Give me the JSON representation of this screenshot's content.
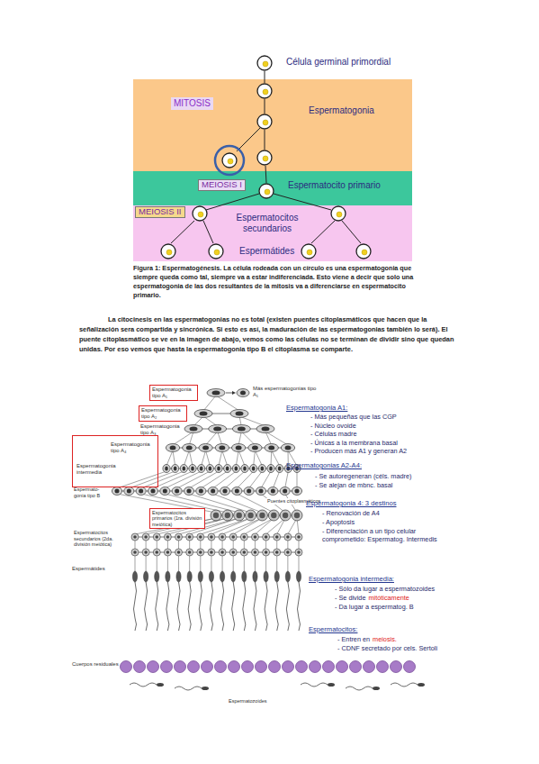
{
  "diagram": {
    "caption": "Figura 1: Espermatogénesis. La célula rodeada con un círculo es una espermatogonia que siempre queda como tal, siempre va a estar indiferenciada. Esto viene a decir que solo una espermatogonia de las dos resultantes de la mitosis va a diferenciarse en espermatocito primario.",
    "nodes": [
      {
        "text": [
          "Espermatogonia"
        ]
      },
      {
        "text": [
          "MITOSIS"
        ],
        "in": 0
      },
      {
        "text": [
          "Espermatocito primario"
        ]
      },
      {
        "text": [
          "MEIOSIS I"
        ],
        "in": 2
      },
      {
        "text": [
          "Espermátides"
        ]
      },
      {
        "text": [
          "MEIOSIS II"
        ],
        "in": 4
      },
      {
        "text": [
          "Espermatogonia tipo A₁"
        ]
      },
      {
        "text": [
          "Espermatogonia tipo A₂"
        ]
      },
      {
        "text": [
          "Espermatogonia tipo A₄",
          "Espermatogonia intermedia"
        ]
      },
      {
        "text": [
          "Espermatocitos primarios (1ra. división meiótica)"
        ]
      }
    ],
    "labels": [
      "Célula germinal primordial",
      "Espermatocitos secundarios",
      "La citocinesis en las espermatogonias no es total (existen puentes citoplasmáticos que hacen que la señalización sera compartida y sincrónica. Si esto es así, la maduración de las espermatogonias también lo será). El puente citoplasmático se ve en la imagen de abajo, vemos como las células no se terminan de dividir sino que quedan unidas. Por eso vemos que hasta la espermatogonia tipo B el citoplasma se comparte.",
      "Más espermatogonias tipo A₁",
      "Espermatogonia tipo A₃",
      "Espermato- gonia tipo B",
      "Puentes citoplasmáticos",
      "Espermatocitos secundarios (2da. división meiótica)",
      "Espermátides",
      "Cuerpos residuales",
      "Espermatozoides",
      "Espermatogonia A1:",
      "- Más pequeñas que las CGP",
      "- Núcleo ovoide",
      "- Células madre",
      "- Únicas a la membrana basal",
      "- Producen más A1 y generan A2",
      "Espermatogonias A2-A4:",
      "- Se autoregeneran (céls. madre)",
      "- Se alejan de mbnc. basal",
      "Espermatogonia 4: 3 destinos",
      "- Renovación de A4",
      "- Apoptosis",
      "- Diferenciación a un tipo celular comprometido: Espermatog. Intermedis",
      "Espermatogonia intermedia:",
      "- Sólo da lugar a espermatozoides",
      "- Se divide",
      "mitóticamente",
      "- Da lugar a espermatog. B",
      "Espermatocitos:",
      "- Entren en",
      "meiosis.",
      "- CDNF secretado por cels. Sertoli"
    ]
  }
}
